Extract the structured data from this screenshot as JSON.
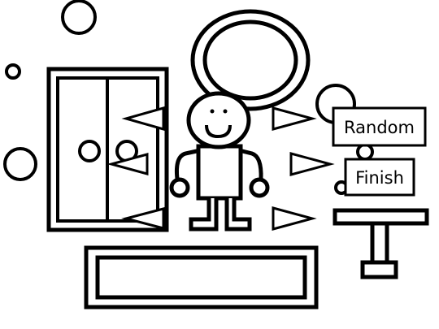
{
  "buttons": {
    "random_label": "Random",
    "finish_label": "Finish"
  },
  "colors": {
    "stroke": "#000000",
    "background": "#ffffff"
  },
  "icons": {
    "wardrobe": "wardrobe-icon",
    "mirror": "mirror-icon",
    "character": "character-figure",
    "table": "table-icon",
    "rug": "rug-icon",
    "arrow": "triangle-arrow-icon",
    "bubble": "circle-bubble-icon"
  }
}
